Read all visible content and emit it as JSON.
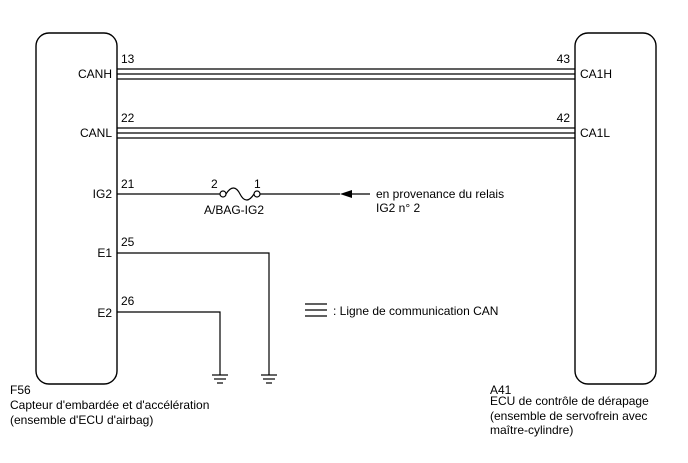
{
  "left_ecu": {
    "code": "F56",
    "name_line1": "Capteur d'embardée et d'accélération",
    "name_line2": "(ensemble d'ECU d'airbag)",
    "pins": [
      {
        "label": "CANH",
        "number": "13"
      },
      {
        "label": "CANL",
        "number": "22"
      },
      {
        "label": "IG2",
        "number": "21"
      },
      {
        "label": "E1",
        "number": "25"
      },
      {
        "label": "E2",
        "number": "26"
      }
    ]
  },
  "right_ecu": {
    "code": "A41",
    "name_line1": "ECU de contrôle de dérapage",
    "name_line2": "(ensemble de servofrein avec",
    "name_line3": "maître-cylindre)",
    "pins": [
      {
        "label": "CA1H",
        "number": "43"
      },
      {
        "label": "CA1L",
        "number": "42"
      }
    ]
  },
  "fuse": {
    "name": "A/BAG-IG2",
    "pin_left": "2",
    "pin_right": "1"
  },
  "source": {
    "line1": "en provenance du relais",
    "line2": "IG2 n° 2"
  },
  "legend": {
    "text": ": Ligne de communication CAN"
  }
}
